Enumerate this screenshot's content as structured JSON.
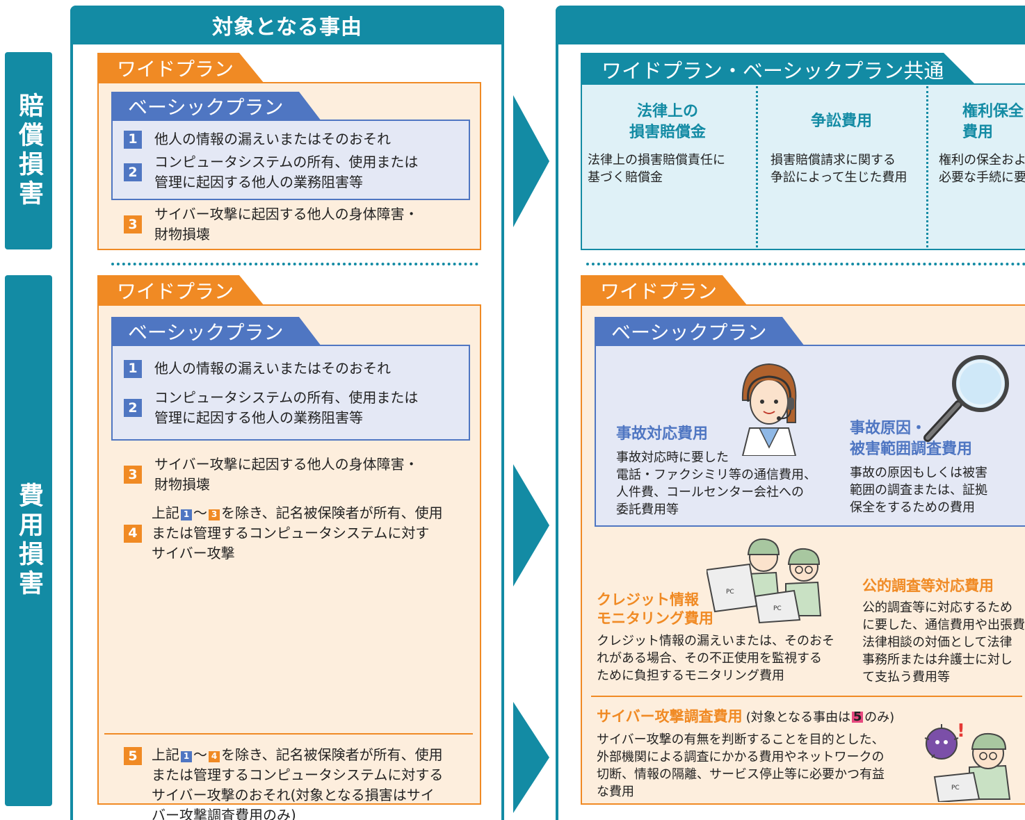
{
  "side": {
    "baisho": "賠償損害",
    "hiyo": "費用損害"
  },
  "left": {
    "title": "対象となる事由",
    "upper": {
      "wide": "ワイドプラン",
      "basic": "ベーシックプラン",
      "items": [
        {
          "num": "1",
          "text": "他人の情報の漏えいまたはそのおそれ"
        },
        {
          "num": "2",
          "text": "コンピュータシステムの所有、使用または\n管理に起因する他人の業務阻害等"
        },
        {
          "num": "3",
          "text": "サイバー攻撃に起因する他人の身体障害・\n財物損壊"
        }
      ]
    },
    "lower": {
      "wide": "ワイドプラン",
      "basic": "ベーシックプラン",
      "items": [
        {
          "num": "1",
          "text": "他人の情報の漏えいまたはそのおそれ"
        },
        {
          "num": "2",
          "text": "コンピュータシステムの所有、使用または\n管理に起因する他人の業務阻害等"
        },
        {
          "num": "3",
          "text": "サイバー攻撃に起因する他人の身体障害・\n財物損壊"
        }
      ],
      "item4": {
        "num": "4",
        "pre": "上記",
        "a": "1",
        "tilde": "〜",
        "b": "3",
        "post": "を除き、記名被保険者が所有、使用",
        "rest": "または管理するコンピュータシステムに対す\nサイバー攻撃"
      },
      "item5": {
        "num": "5",
        "pre": "上記",
        "a": "1",
        "tilde": "〜",
        "b": "4",
        "post": "を除き、記名被保険者が所有、使用",
        "rest": "または管理するコンピュータシステムに対する\nサイバー攻撃のおそれ(対象となる損害はサイ\nバー攻撃調査費用のみ)"
      }
    }
  },
  "right": {
    "common_tab": "ワイドプラン・ベーシックプラン共通",
    "cols": [
      {
        "title": "法律上の\n損害賠償金",
        "text": "法律上の損害賠償責任に\n基づく賠償金"
      },
      {
        "title": "争訟費用",
        "text": "損害賠償請求に関する\n争訟によって生じた費用"
      },
      {
        "title": "権利保全\n費用",
        "text": "権利の保全およ\n必要な手続に要"
      }
    ],
    "wide": "ワイドプラン",
    "basic": "ベーシックプラン",
    "accident": {
      "title": "事故対応費用",
      "text": "事故対応時に要した\n電話・ファクシミリ等の通信費用、\n人件費、コールセンター会社への\n委託費用等"
    },
    "cause": {
      "title": "事故原因・\n被害範囲調査費用",
      "text": "事故の原因もしくは被害\n範囲の調査または、証拠\n保全をするための費用"
    },
    "credit": {
      "title": "クレジット情報\nモニタリング費用",
      "text": "クレジット情報の漏えいまたは、そのおそ\nれがある場合、その不正使用を監視する\nために負担するモニタリング費用"
    },
    "public": {
      "title": "公的調査等対応費用",
      "text": "公的調査等に対応するため\nに要した、通信費用や出張費\n法律相談の対価として法律\n事務所または弁護士に対し\nて支払う費用等"
    },
    "cyber": {
      "title": "サイバー攻撃調査費用",
      "note_pre": "(対象となる事由は",
      "note_num": "5",
      "note_post": "のみ)",
      "text": "サイバー攻撃の有無を判断することを目的とした、\n外部機関による調査にかかる費用やネットワークの\n切断、情報の隔離、サービス停止等に必要かつ有益\nな費用"
    },
    "pc_label": "PC"
  },
  "colors": {
    "teal": "#138ba4",
    "orange": "#f08a24",
    "blue": "#4f76c2",
    "pink": "#e7497f"
  }
}
